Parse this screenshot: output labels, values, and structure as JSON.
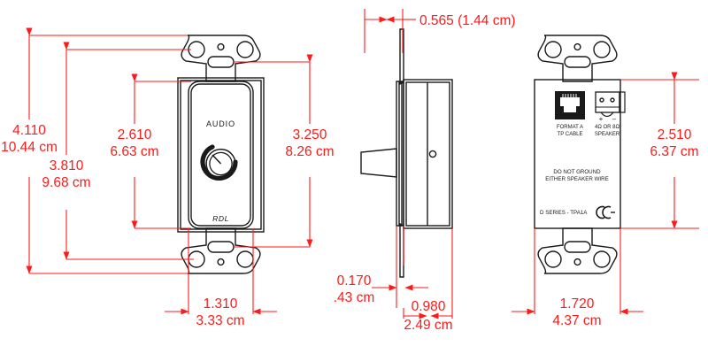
{
  "drawing": {
    "title": "RDL D Series TPA1A mechanical dimension drawing",
    "dim_color": "#ff1a1a",
    "line_color": "#1a1a1a"
  },
  "views": {
    "front": {
      "name": "front-view",
      "panel_label_audio": "AUDIO",
      "brand": "RDL",
      "control": "volume-knob"
    },
    "side": {
      "name": "side-view"
    },
    "rear": {
      "name": "rear-view",
      "jack_label_line1": "FORMAT A",
      "jack_label_line2": "TP CABLE",
      "speaker_label_line1": "4Ω OR 8Ω",
      "speaker_label_line2": "SPEAKER",
      "polarity_plus": "+",
      "polarity_minus": "–",
      "warning_line1": "DO NOT GROUND",
      "warning_line2": "EITHER SPEAKER WIRE",
      "model": "D SERIES - TPA1A",
      "cert_mark": "CE"
    }
  },
  "dimensions": {
    "front_overall_height": {
      "inch": "4.110",
      "metric": "10.44 cm"
    },
    "front_strap_height": {
      "inch": "3.810",
      "metric": "9.68 cm"
    },
    "front_plate_height": {
      "inch": "2.610",
      "metric": "6.63 cm"
    },
    "front_body_height": {
      "inch": "3.250",
      "metric": "8.26 cm"
    },
    "front_plate_width": {
      "inch": "1.310",
      "metric": "3.33 cm"
    },
    "side_faceplate_depth": {
      "combined": "0.565 (1.44 cm)"
    },
    "side_plate_thickness": {
      "inch": "0.170",
      "metric": ".43 cm"
    },
    "side_body_depth": {
      "inch": "0.980",
      "metric": "2.49 cm"
    },
    "rear_body_height": {
      "inch": "2.510",
      "metric": "6.37 cm"
    },
    "rear_body_width": {
      "inch": "1.720",
      "metric": "4.37 cm"
    }
  }
}
